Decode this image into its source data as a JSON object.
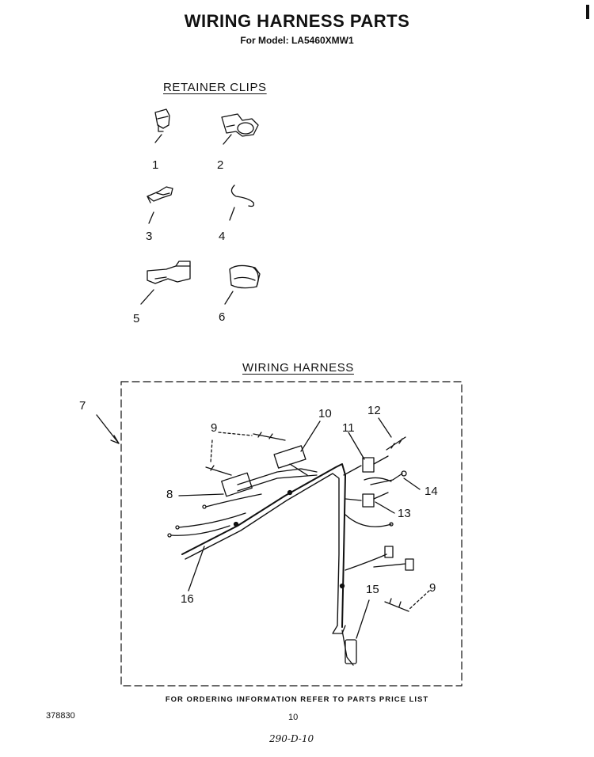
{
  "title": "WIRING HARNESS PARTS",
  "subtitle": "For Model: LA5460XMW1",
  "sections": {
    "retainer_clips": "RETAINER CLIPS",
    "wiring_harness": "WIRING HARNESS"
  },
  "clip_callouts": [
    "1",
    "2",
    "3",
    "4",
    "5",
    "6"
  ],
  "harness_callouts": [
    "7",
    "8",
    "9",
    "10",
    "11",
    "12",
    "13",
    "14",
    "15",
    "16",
    "9"
  ],
  "footer": "FOR ORDERING INFORMATION REFER TO PARTS PRICE LIST",
  "doc_number": "378830",
  "page_number": "10",
  "handwritten_note": "290-D-10"
}
